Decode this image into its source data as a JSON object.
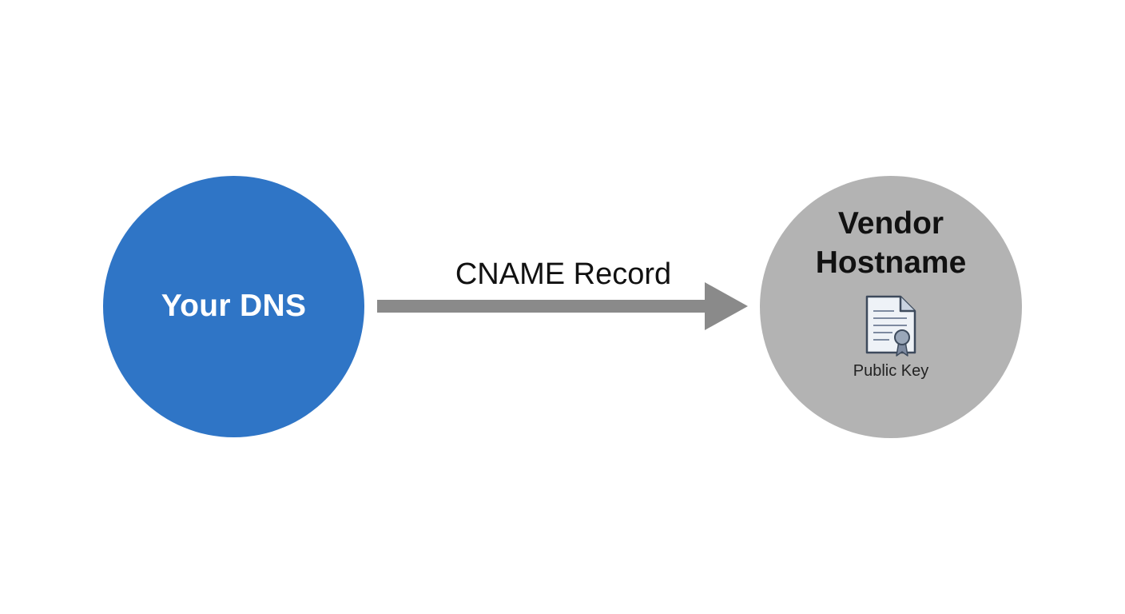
{
  "nodes": {
    "source": {
      "label": "Your DNS",
      "color": "#2f75c6"
    },
    "target": {
      "label": "Vendor Hostname",
      "color": "#b3b3b3",
      "attachment": {
        "icon": "certificate-document-icon",
        "label": "Public Key"
      }
    }
  },
  "edge": {
    "label": "CNAME Record",
    "color": "#8a8a8a"
  }
}
